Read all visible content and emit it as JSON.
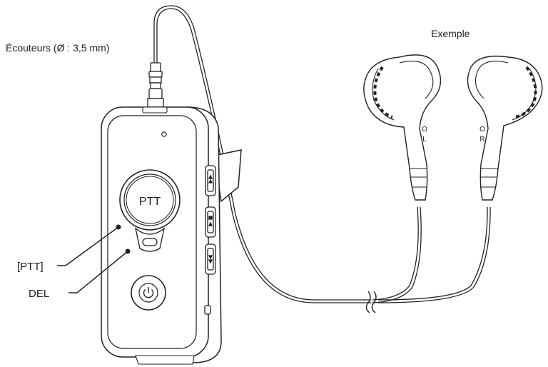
{
  "labels": {
    "earphones": "Écouteurs (Ø : 3,5 mm)",
    "example": "Exemple",
    "ptt_callout": "[PTT]",
    "led_callout": "DEL"
  },
  "device": {
    "ptt_button_text": "PTT"
  },
  "earbuds": {
    "left_mark_o": "O",
    "left_mark_letter": "L",
    "right_mark_o": "O",
    "right_mark_letter": "R"
  }
}
